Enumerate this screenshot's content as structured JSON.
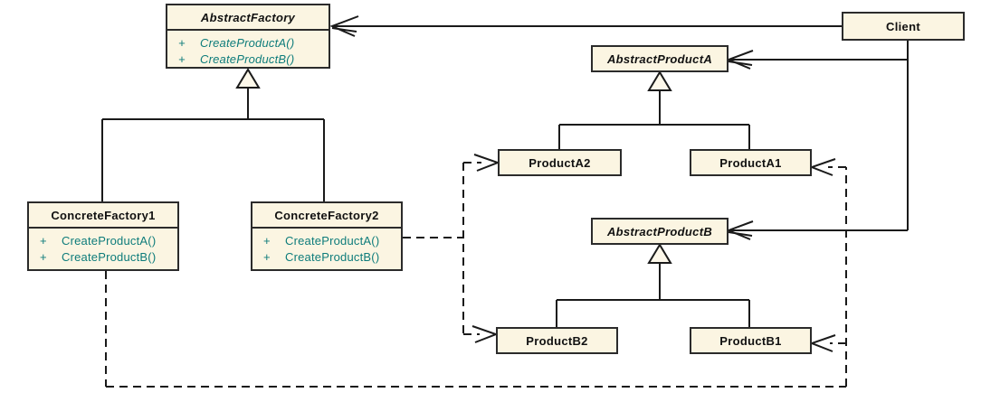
{
  "colors": {
    "node_fill": "#FBF5E2",
    "node_border": "#2B2B2B",
    "line": "#1A1A1A",
    "method_text": "#0E7C7B",
    "title_text": "#111111",
    "background": "#FFFFFF"
  },
  "classes": {
    "abstract_factory": {
      "name": "AbstractFactory",
      "abstract": true,
      "methods": [
        {
          "visibility": "+",
          "signature": "CreateProductA()"
        },
        {
          "visibility": "+",
          "signature": "CreateProductB()"
        }
      ]
    },
    "concrete_factory1": {
      "name": "ConcreteFactory1",
      "abstract": false,
      "methods": [
        {
          "visibility": "+",
          "signature": "CreateProductA()"
        },
        {
          "visibility": "+",
          "signature": "CreateProductB()"
        }
      ]
    },
    "concrete_factory2": {
      "name": "ConcreteFactory2",
      "abstract": false,
      "methods": [
        {
          "visibility": "+",
          "signature": "CreateProductA()"
        },
        {
          "visibility": "+",
          "signature": "CreateProductB()"
        }
      ]
    },
    "client": {
      "name": "Client",
      "abstract": false
    },
    "abstract_product_a": {
      "name": "AbstractProductA",
      "abstract": true
    },
    "product_a2": {
      "name": "ProductA2",
      "abstract": false
    },
    "product_a1": {
      "name": "ProductA1",
      "abstract": false
    },
    "abstract_product_b": {
      "name": "AbstractProductB",
      "abstract": true
    },
    "product_b2": {
      "name": "ProductB2",
      "abstract": false
    },
    "product_b1": {
      "name": "ProductB1",
      "abstract": false
    }
  },
  "relationships": [
    {
      "from": "Client",
      "to": "AbstractFactory",
      "type": "association",
      "style": "solid-open-arrow"
    },
    {
      "from": "Client",
      "to": "AbstractProductA",
      "type": "association",
      "style": "solid-open-arrow"
    },
    {
      "from": "Client",
      "to": "AbstractProductB",
      "type": "association",
      "style": "solid-open-arrow"
    },
    {
      "from": "ConcreteFactory1",
      "to": "AbstractFactory",
      "type": "generalization",
      "style": "solid-hollow-triangle"
    },
    {
      "from": "ConcreteFactory2",
      "to": "AbstractFactory",
      "type": "generalization",
      "style": "solid-hollow-triangle"
    },
    {
      "from": "ProductA2",
      "to": "AbstractProductA",
      "type": "generalization",
      "style": "solid-hollow-triangle"
    },
    {
      "from": "ProductA1",
      "to": "AbstractProductA",
      "type": "generalization",
      "style": "solid-hollow-triangle"
    },
    {
      "from": "ProductB2",
      "to": "AbstractProductB",
      "type": "generalization",
      "style": "solid-hollow-triangle"
    },
    {
      "from": "ProductB1",
      "to": "AbstractProductB",
      "type": "generalization",
      "style": "solid-hollow-triangle"
    },
    {
      "from": "ConcreteFactory2",
      "to": "ProductA2",
      "type": "dependency",
      "style": "dashed-open-arrow"
    },
    {
      "from": "ConcreteFactory2",
      "to": "ProductB2",
      "type": "dependency",
      "style": "dashed-open-arrow"
    },
    {
      "from": "ConcreteFactory1",
      "to": "ProductA1",
      "type": "dependency",
      "style": "dashed-open-arrow"
    },
    {
      "from": "ConcreteFactory1",
      "to": "ProductB1",
      "type": "dependency",
      "style": "dashed-open-arrow"
    }
  ]
}
